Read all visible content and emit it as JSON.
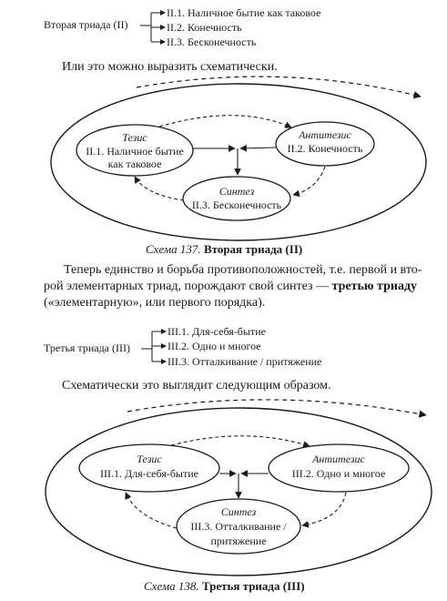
{
  "triad2": {
    "label": "Вторая триада (II)",
    "items": [
      "II.1. Наличное бытие как таковое",
      "II.2. Конечность",
      "II.3. Бесконечность"
    ]
  },
  "intro1": "Или это можно выразить схематически.",
  "diagram137": {
    "thesis_title": "Тезис",
    "thesis_line1": "II.1. Наличное бытие",
    "thesis_line2": "как таковое",
    "antithesis_title": "Антитезис",
    "antithesis_line1": "II.2. Конечность",
    "synthesis_title": "Синтез",
    "synthesis_line1": "II.3. Бесконечность"
  },
  "caption137": {
    "prefix": "Схема 137.",
    "title": "Вторая триада (II)"
  },
  "paragraph": {
    "line1": "Теперь единство и борьба противоположностей, т.е. первой и вто-",
    "line2_pre": "рой элементарных триад, порождают свой синтез — ",
    "line2_bold": "третью триаду",
    "line3": "(«элементарную», или первого порядка)."
  },
  "triad3": {
    "label": "Третья триада (III)",
    "items": [
      "III.1. Для-себя-бытие",
      "III.2. Одно и многое",
      "III.3. Отталкивание / притяжение"
    ]
  },
  "intro2": "Схематически это выглядит следующим образом.",
  "diagram138": {
    "thesis_title": "Тезис",
    "thesis_line1": "III.1. Для-себя-бытие",
    "antithesis_title": "Антитезис",
    "antithesis_line1": "III.2. Одно и многое",
    "synthesis_title": "Синтез",
    "synthesis_line1": "III.3. Отталкивание /",
    "synthesis_line2": "притяжение"
  },
  "caption138": {
    "prefix": "Схема 138.",
    "title": "Третья триада (III)"
  }
}
